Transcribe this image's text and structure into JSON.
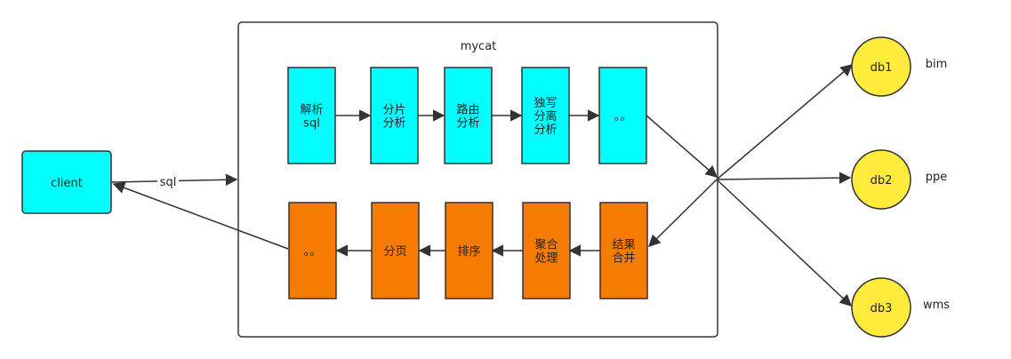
{
  "diagram": {
    "container_label": "mycat",
    "client_label": "client",
    "edge_sql_label": "sql",
    "top_row": [
      {
        "id": "parse",
        "lines": [
          "解析",
          "sql"
        ]
      },
      {
        "id": "shard",
        "lines": [
          "分片",
          "分析"
        ]
      },
      {
        "id": "route",
        "lines": [
          "路由",
          "分析"
        ]
      },
      {
        "id": "rw",
        "lines": [
          "独写",
          "分离",
          "分析"
        ]
      },
      {
        "id": "more-top",
        "lines": [
          "。。"
        ]
      }
    ],
    "bottom_row": [
      {
        "id": "more-bottom",
        "lines": [
          "。。"
        ]
      },
      {
        "id": "paging",
        "lines": [
          "分页"
        ]
      },
      {
        "id": "sort",
        "lines": [
          "排序"
        ]
      },
      {
        "id": "aggregate",
        "lines": [
          "聚合",
          "处理"
        ]
      },
      {
        "id": "merge",
        "lines": [
          "结果",
          "合并"
        ]
      }
    ],
    "databases": [
      {
        "id": "db1",
        "label": "db1",
        "name": "bim"
      },
      {
        "id": "db2",
        "label": "db2",
        "name": "ppe"
      },
      {
        "id": "db3",
        "label": "db3",
        "name": "wms"
      }
    ],
    "colors": {
      "process": "#00FFFF",
      "result": "#F57C00",
      "db": "#FFEB3B",
      "client": "#00FFFF",
      "stroke": "#333333"
    }
  }
}
